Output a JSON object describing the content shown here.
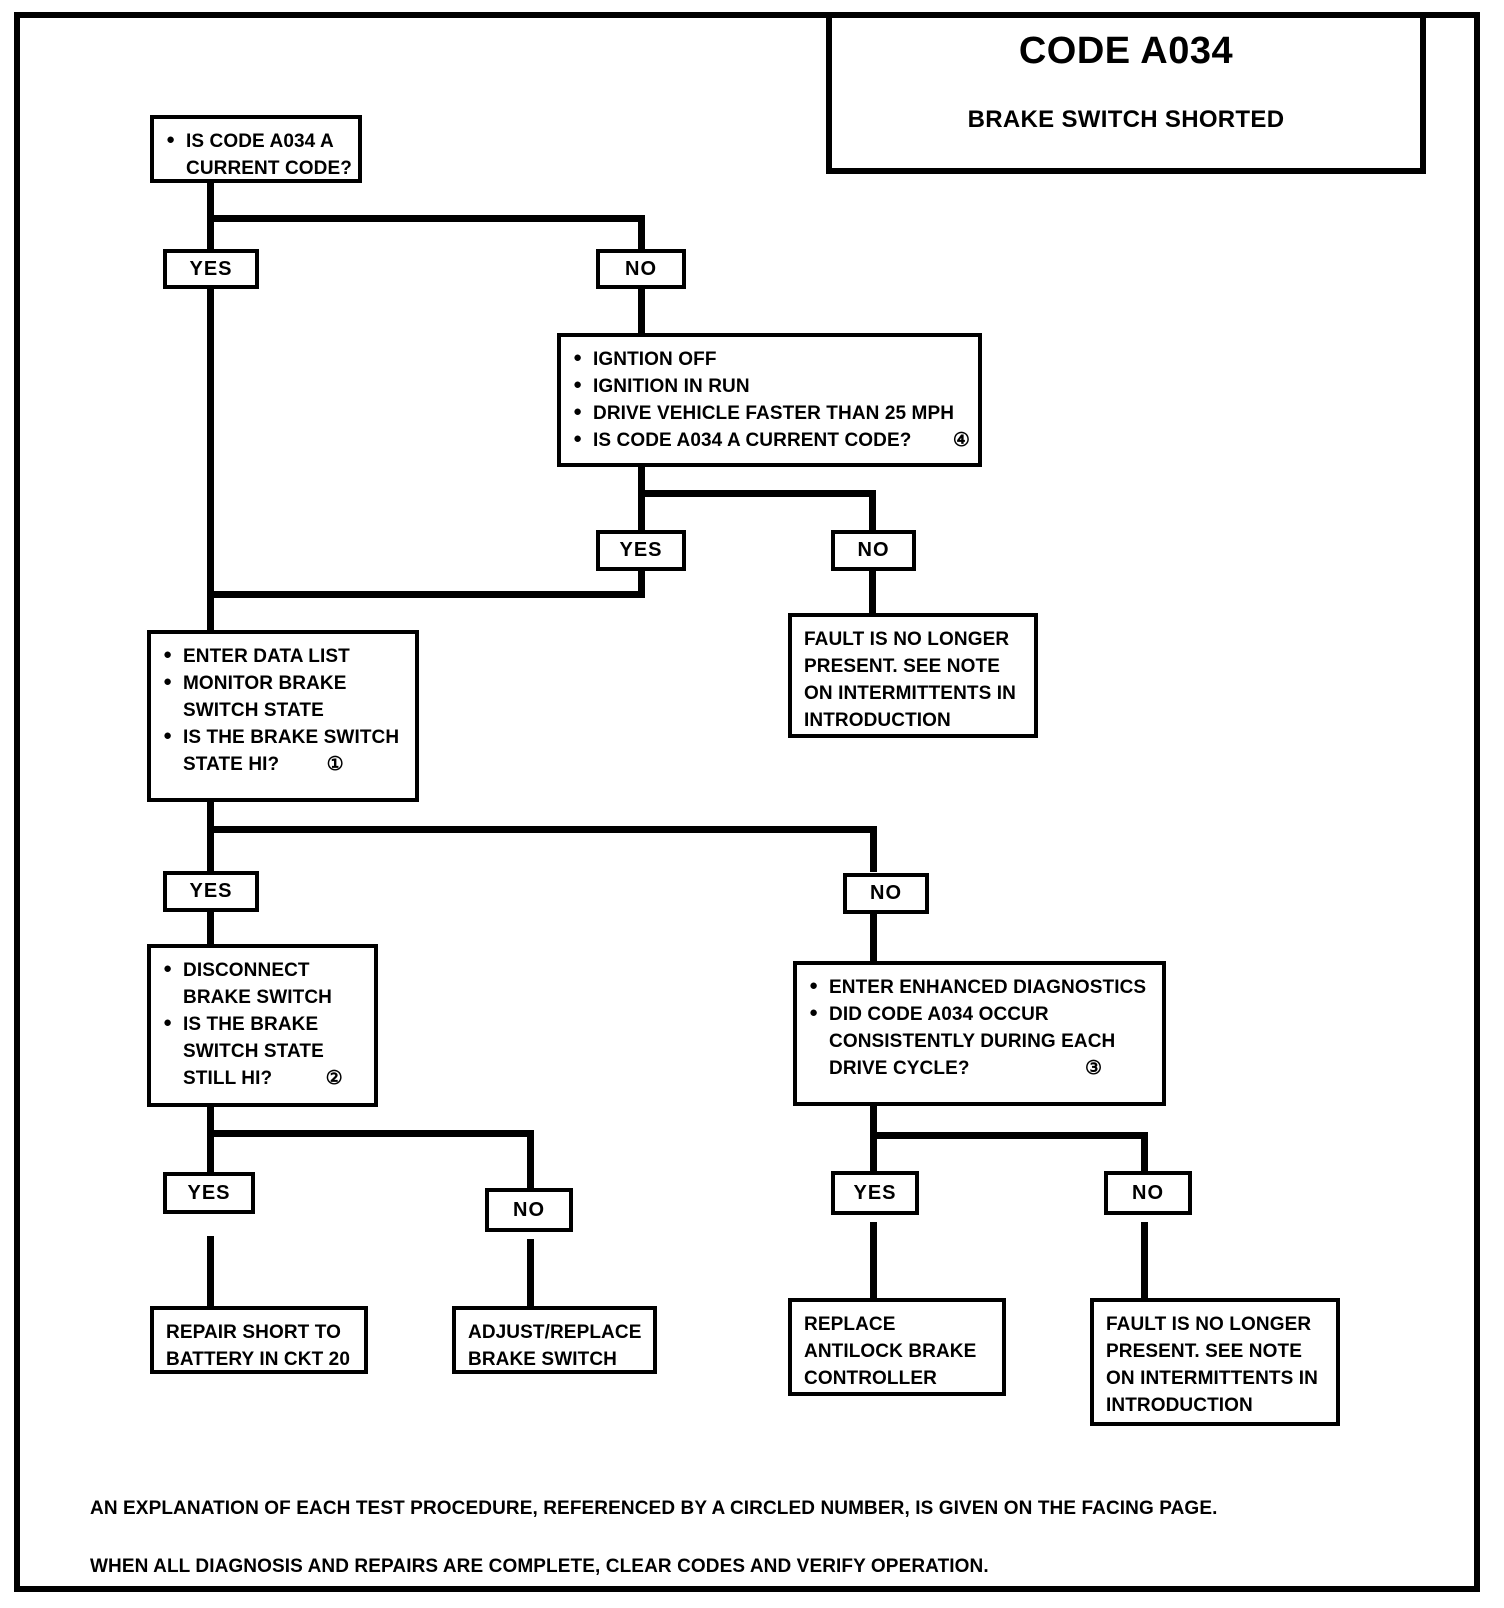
{
  "title": {
    "code": "CODE A034",
    "fault": "BRAKE SWITCH SHORTED"
  },
  "nodes": {
    "q1": {
      "lines": [
        "IS CODE A034 A",
        "CURRENT CODE?"
      ]
    },
    "ignition": {
      "lines": [
        "IGNTION OFF",
        "IGNITION IN RUN",
        "DRIVE VEHICLE FASTER THAN 25 MPH",
        "IS CODE A034 A CURRENT CODE?"
      ],
      "ref": "④"
    },
    "fault_gone_1": {
      "lines": [
        "FAULT IS NO LONGER",
        "PRESENT. SEE NOTE",
        "ON INTERMITTENTS IN",
        "INTRODUCTION"
      ]
    },
    "data_list": {
      "lines": [
        "ENTER DATA LIST",
        "MONITOR BRAKE",
        "SWITCH STATE",
        "IS THE BRAKE SWITCH",
        "STATE HI?"
      ],
      "ref": "①"
    },
    "disconnect": {
      "lines": [
        "DISCONNECT",
        "BRAKE SWITCH",
        "IS THE BRAKE",
        "SWITCH STATE",
        "STILL HI?"
      ],
      "ref": "②"
    },
    "enhanced": {
      "lines": [
        "ENTER ENHANCED DIAGNOSTICS",
        "DID CODE A034 OCCUR",
        "CONSISTENTLY DURING EACH",
        "DRIVE CYCLE?"
      ],
      "ref": "③"
    },
    "repair_short": {
      "lines": [
        "REPAIR SHORT TO",
        "BATTERY IN CKT 20"
      ]
    },
    "adjust_replace": {
      "lines": [
        "ADJUST/REPLACE",
        "BRAKE SWITCH"
      ]
    },
    "replace_controller": {
      "lines": [
        "REPLACE",
        "ANTILOCK BRAKE",
        "CONTROLLER"
      ]
    },
    "fault_gone_2": {
      "lines": [
        "FAULT IS NO LONGER",
        "PRESENT. SEE NOTE",
        "ON INTERMITTENTS IN",
        "INTRODUCTION"
      ]
    }
  },
  "branches": {
    "q1_yes": "YES",
    "q1_no": "NO",
    "ign_yes": "YES",
    "ign_no": "NO",
    "data_yes": "YES",
    "data_no": "NO",
    "disc_yes": "YES",
    "disc_no": "NO",
    "enh_yes": "YES",
    "enh_no": "NO"
  },
  "footer": {
    "note1": "AN EXPLANATION OF EACH TEST PROCEDURE, REFERENCED BY A CIRCLED NUMBER, IS GIVEN ON THE FACING PAGE.",
    "note2": "WHEN ALL DIAGNOSIS AND REPAIRS ARE COMPLETE, CLEAR CODES AND VERIFY OPERATION."
  },
  "colors": {
    "ink": "#000000",
    "paper": "#ffffff"
  }
}
